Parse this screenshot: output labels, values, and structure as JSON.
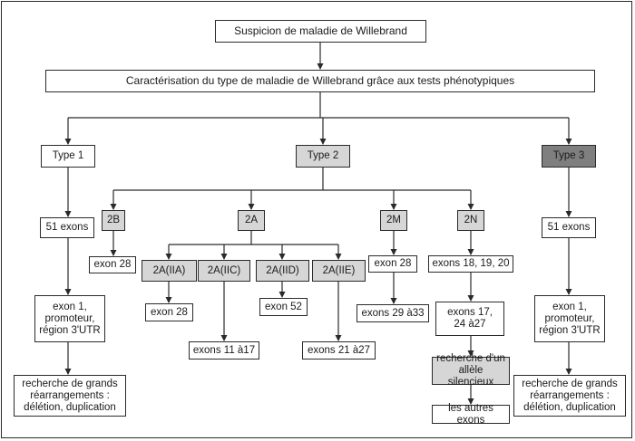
{
  "nodes": {
    "suspicion": "Suspicion de maladie de Willebrand",
    "characterisation": "Caractérisation du type de maladie de Willebrand grâce aux tests phénotypiques",
    "type1": "Type 1",
    "type2": "Type 2",
    "type3": "Type 3",
    "type1_exons": "51 exons",
    "type1_promoter": "exon 1,\npromoteur,\nrégion 3'UTR",
    "type1_rearrangements": "recherche de grands\nréarrangements :\ndélétion, duplication",
    "t2b": "2B",
    "t2b_exon": "exon 28",
    "t2a": "2A",
    "t2a_iia": "2A(IIA)",
    "t2a_iic": "2A(IIC)",
    "t2a_iid": "2A(IID)",
    "t2a_iie": "2A(IIE)",
    "t2a_iia_exon": "exon 28",
    "t2a_iic_exons": "exons 11 à17",
    "t2a_iid_exon": "exon 52",
    "t2a_iie_exons": "exons 21 à27",
    "t2m": "2M",
    "t2m_exon": "exon 28",
    "t2m_exons": "exons 29 à33",
    "t2n": "2N",
    "t2n_exons": "exons 18, 19, 20",
    "t2n_exons2": "exons 17,\n24 à27",
    "t2n_silent": "recherche d'un\nallèle silencieux",
    "t2n_others": "les autres exons",
    "type3_exons": "51 exons",
    "type3_promoter": "exon 1,\npromoteur,\nrégion 3'UTR",
    "type3_rearrangements": "recherche de grands\nréarrangements :\ndélétion, duplication"
  },
  "colors": {
    "line": "#2a2a2a",
    "highlight_fill": "#d6d6d6",
    "type3_fill": "#7f7f7f"
  }
}
